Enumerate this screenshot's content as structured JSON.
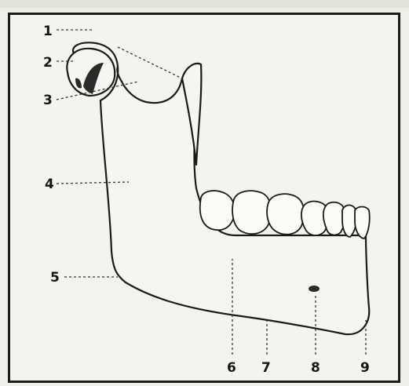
{
  "figure": {
    "labels": [
      {
        "id": "1",
        "text": "1"
      },
      {
        "id": "2",
        "text": "2"
      },
      {
        "id": "3",
        "text": "3"
      },
      {
        "id": "4",
        "text": "4"
      },
      {
        "id": "5",
        "text": "5"
      },
      {
        "id": "6",
        "text": "6"
      },
      {
        "id": "7",
        "text": "7"
      },
      {
        "id": "8",
        "text": "8"
      },
      {
        "id": "9",
        "text": "9"
      }
    ]
  }
}
